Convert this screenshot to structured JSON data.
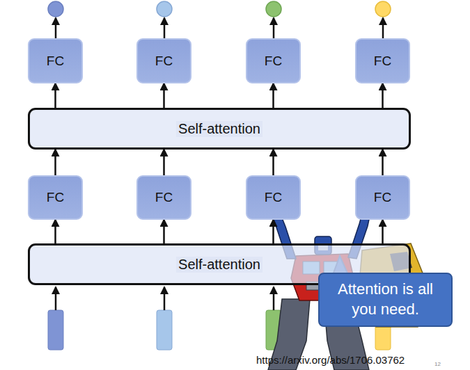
{
  "diagram": {
    "nodes": [
      {
        "text": [
          "FC"
        ]
      },
      {
        "text": [
          "FC"
        ]
      },
      {
        "text": [
          "FC"
        ]
      },
      {
        "text": [
          "FC"
        ]
      },
      {
        "text": [
          "Self-attention"
        ]
      },
      {
        "text": [
          "FC"
        ]
      },
      {
        "text": [
          "FC"
        ]
      },
      {
        "text": [
          "FC"
        ]
      },
      {
        "text": [
          "FC"
        ]
      },
      {
        "text": [
          "Self-attention"
        ]
      },
      {
        "text": [
          "Attention is all you need."
        ]
      }
    ],
    "edges": [
      {
        "from": 9,
        "to": 5,
        "arrow": "to"
      },
      {
        "from": 9,
        "to": 6,
        "arrow": "to"
      },
      {
        "from": 9,
        "to": 7,
        "arrow": "to"
      },
      {
        "from": 9,
        "to": 8,
        "arrow": "to"
      },
      {
        "from": 5,
        "to": 4,
        "arrow": "to"
      },
      {
        "from": 6,
        "to": 4,
        "arrow": "to"
      },
      {
        "from": 7,
        "to": 4,
        "arrow": "to"
      },
      {
        "from": 8,
        "to": 4,
        "arrow": "to"
      },
      {
        "from": 4,
        "to": 0,
        "arrow": "to"
      },
      {
        "from": 4,
        "to": 1,
        "arrow": "to"
      },
      {
        "from": 4,
        "to": 2,
        "arrow": "to"
      },
      {
        "from": 4,
        "to": 3,
        "arrow": "to"
      }
    ],
    "labels": [
      "https://arxiv.org/abs/1706.03762",
      "12"
    ]
  }
}
